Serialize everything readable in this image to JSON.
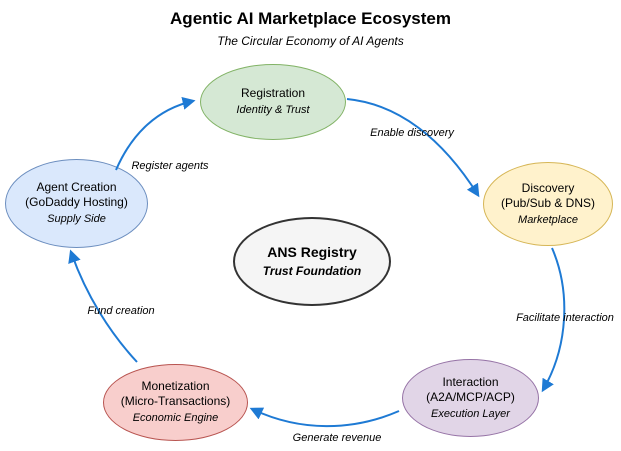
{
  "title": "Agentic AI Marketplace Ecosystem",
  "subtitle": "The Circular Economy of AI Agents",
  "nodes": {
    "registration": {
      "line1": "Registration",
      "line2": "",
      "subtitle": "Identity & Trust"
    },
    "discovery": {
      "line1": "Discovery",
      "line2": "(Pub/Sub & DNS)",
      "subtitle": "Marketplace"
    },
    "interaction": {
      "line1": "Interaction",
      "line2": "(A2A/MCP/ACP)",
      "subtitle": "Execution Layer"
    },
    "monetization": {
      "line1": "Monetization",
      "line2": "(Micro-Transactions)",
      "subtitle": "Economic Engine"
    },
    "agent_creation": {
      "line1": "Agent Creation",
      "line2": "(GoDaddy Hosting)",
      "subtitle": "Supply Side"
    },
    "ans_registry": {
      "line1": "ANS Registry",
      "subtitle": "Trust Foundation"
    }
  },
  "edges": {
    "register_agents": "Register agents",
    "enable_discovery": "Enable discovery",
    "facilitate_interaction": "Facilitate interaction",
    "generate_revenue": "Generate revenue",
    "fund_creation": "Fund creation"
  },
  "colors": {
    "arrow": "#1e7ad4",
    "green": {
      "fill": "#d5e8d4",
      "stroke": "#82b366"
    },
    "yellow": {
      "fill": "#fff2cc",
      "stroke": "#d6b656"
    },
    "purple": {
      "fill": "#e1d5e7",
      "stroke": "#9673a6"
    },
    "red": {
      "fill": "#f8cecc",
      "stroke": "#b85450"
    },
    "blue": {
      "fill": "#dae8fc",
      "stroke": "#6c8ebf"
    },
    "gray": {
      "fill": "#f5f5f5",
      "stroke": "#333333"
    }
  }
}
